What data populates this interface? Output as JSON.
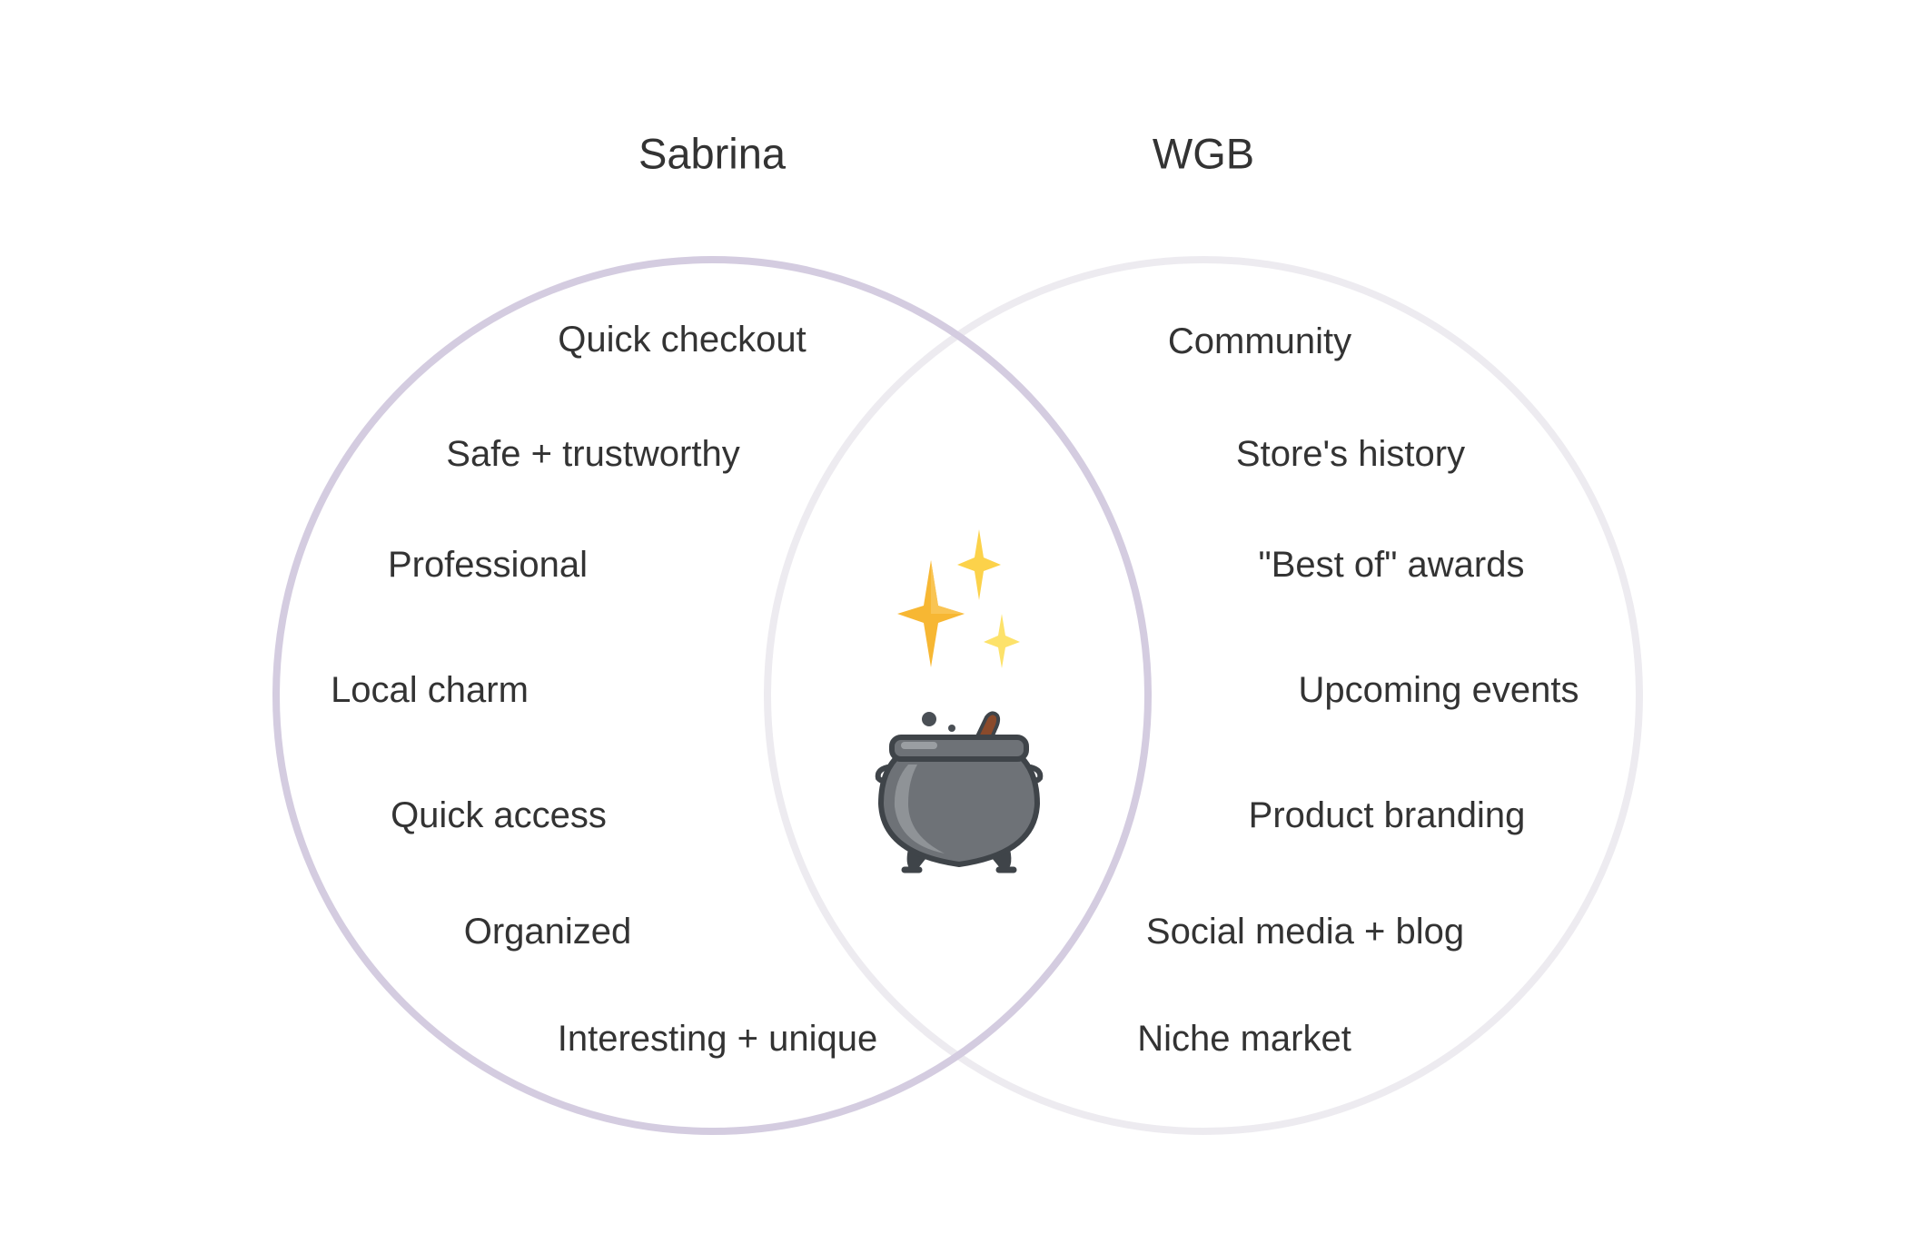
{
  "diagram": {
    "type": "venn",
    "colors": {
      "left_circle": "#d4cce0",
      "right_circle": "#edebf0",
      "text": "#333333",
      "cauldron": "#5a5e63",
      "sparkle_gold": "#f7b733",
      "sparkle_light": "#fde26a"
    },
    "left_set": {
      "title": "Sabrina",
      "items": [
        "Quick checkout",
        "Safe + trustworthy",
        "Professional",
        "Local charm",
        "Quick access",
        "Organized",
        "Interesting + unique"
      ]
    },
    "right_set": {
      "title": "WGB",
      "items": [
        "Community",
        "Store's history",
        "\"Best of\" awards",
        "Upcoming events",
        "Product branding",
        "Social media + blog",
        "Niche market"
      ]
    },
    "intersection": {
      "icons": [
        "sparkles-icon",
        "cauldron-icon"
      ]
    }
  }
}
